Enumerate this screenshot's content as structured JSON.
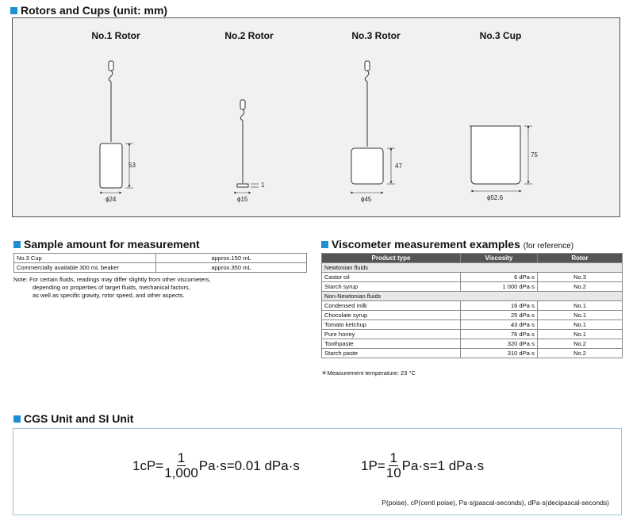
{
  "rotors": {
    "title": "Rotors and Cups (unit: mm)",
    "items": [
      {
        "label": "No.1 Rotor",
        "diameter": "ϕ24",
        "height": "53"
      },
      {
        "label": "No.2 Rotor",
        "diameter": "ϕ15",
        "height": "1"
      },
      {
        "label": "No.3 Rotor",
        "diameter": "ϕ45",
        "height": "47"
      },
      {
        "label": "No.3 Cup",
        "diameter": "ϕ52.6",
        "height": "75"
      }
    ]
  },
  "sample": {
    "title": "Sample amount for measurement",
    "rows": [
      {
        "item": "No.3 Cup",
        "amount": "approx.150 mL"
      },
      {
        "item": "Commercially available 300 mL beaker",
        "amount": "approx.350 mL"
      }
    ],
    "note_lines": [
      "Note: For certain fluids, readings may differ slightly from other viscometers,",
      "depending on properties of target fluids, mechanical factors,",
      "as well as specific gravity, rotor speed, and other aspects."
    ]
  },
  "examples": {
    "title": "Viscometer measurement examples",
    "subtitle": "(for reference)",
    "headers": [
      "Product type",
      "Viscosity",
      "Rotor"
    ],
    "group1": "Newtonian fluids",
    "rows1": [
      {
        "product": "Castor oil",
        "viscosity": "6 dPa·s",
        "rotor": "No.3"
      },
      {
        "product": "Starch syrup",
        "viscosity": "1 000 dPa·s",
        "rotor": "No.2"
      }
    ],
    "group2": "Non-Newtonian fluids",
    "rows2": [
      {
        "product": "Condensed milk",
        "viscosity": "16 dPa·s",
        "rotor": "No.1"
      },
      {
        "product": "Chocolate syrup",
        "viscosity": "25 dPa·s",
        "rotor": "No.1"
      },
      {
        "product": "Tomato ketchup",
        "viscosity": "43 dPa·s",
        "rotor": "No.1"
      },
      {
        "product": "Pure honey",
        "viscosity": "76 dPa·s",
        "rotor": "No.1"
      },
      {
        "product": "Toothpaste",
        "viscosity": "320 dPa·s",
        "rotor": "No.2"
      },
      {
        "product": "Starch paste",
        "viscosity": "310 dPa·s",
        "rotor": "No.2"
      }
    ],
    "footnote": "＊Measurement temperature: 23 °C"
  },
  "cgs": {
    "title": "CGS Unit and SI Unit",
    "f1_lhs": "1cP=",
    "f1_num": "1",
    "f1_den": "1,000",
    "f1_rhs": "Pa·s=0.01 dPa·s",
    "f2_lhs": "1P=",
    "f2_num": "1",
    "f2_den": "10",
    "f2_rhs": "Pa·s=1 dPa·s",
    "legend": "P(poise), cP(centi poise), Pa·s(pascal-seconds), dPa·s(decipascal-seconds)"
  },
  "colors": {
    "accent": "#1e8fd5",
    "header_bg": "#555555",
    "panel_bg": "#f1f1f1",
    "box_border": "#9cc7d8"
  }
}
